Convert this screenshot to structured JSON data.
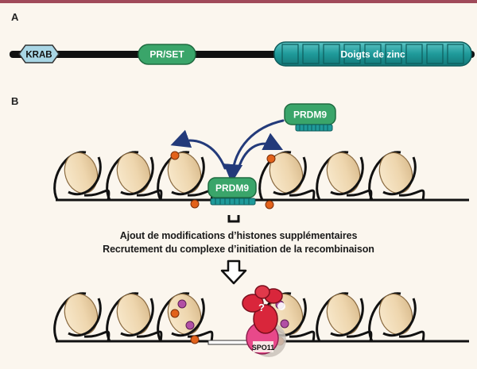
{
  "panels": {
    "a": "A",
    "b": "B"
  },
  "protein": {
    "krab": "KRAB",
    "prset": "PR/SET",
    "zinc": "Doigts de zinc",
    "zinc_finger_count": 9
  },
  "prdm9_label": "PRDM9",
  "caption": {
    "line1": "Ajout de modifications d’histones supplémentaires",
    "line2": "Recrutement du complexe d’initiation de la recombinaison"
  },
  "complex": {
    "question": "?",
    "spo11": "SPO11"
  },
  "colors": {
    "protein_green": "#3aa56a",
    "zinc_teal": "#1f9a9a",
    "krab_fill": "#a9d6e5",
    "mark_orange": "#e2621b",
    "mark_purple": "#b24fa5",
    "complex_red": "#d9263b",
    "spo11_pink": "#e8498a",
    "arrow_navy": "#233a7a"
  }
}
